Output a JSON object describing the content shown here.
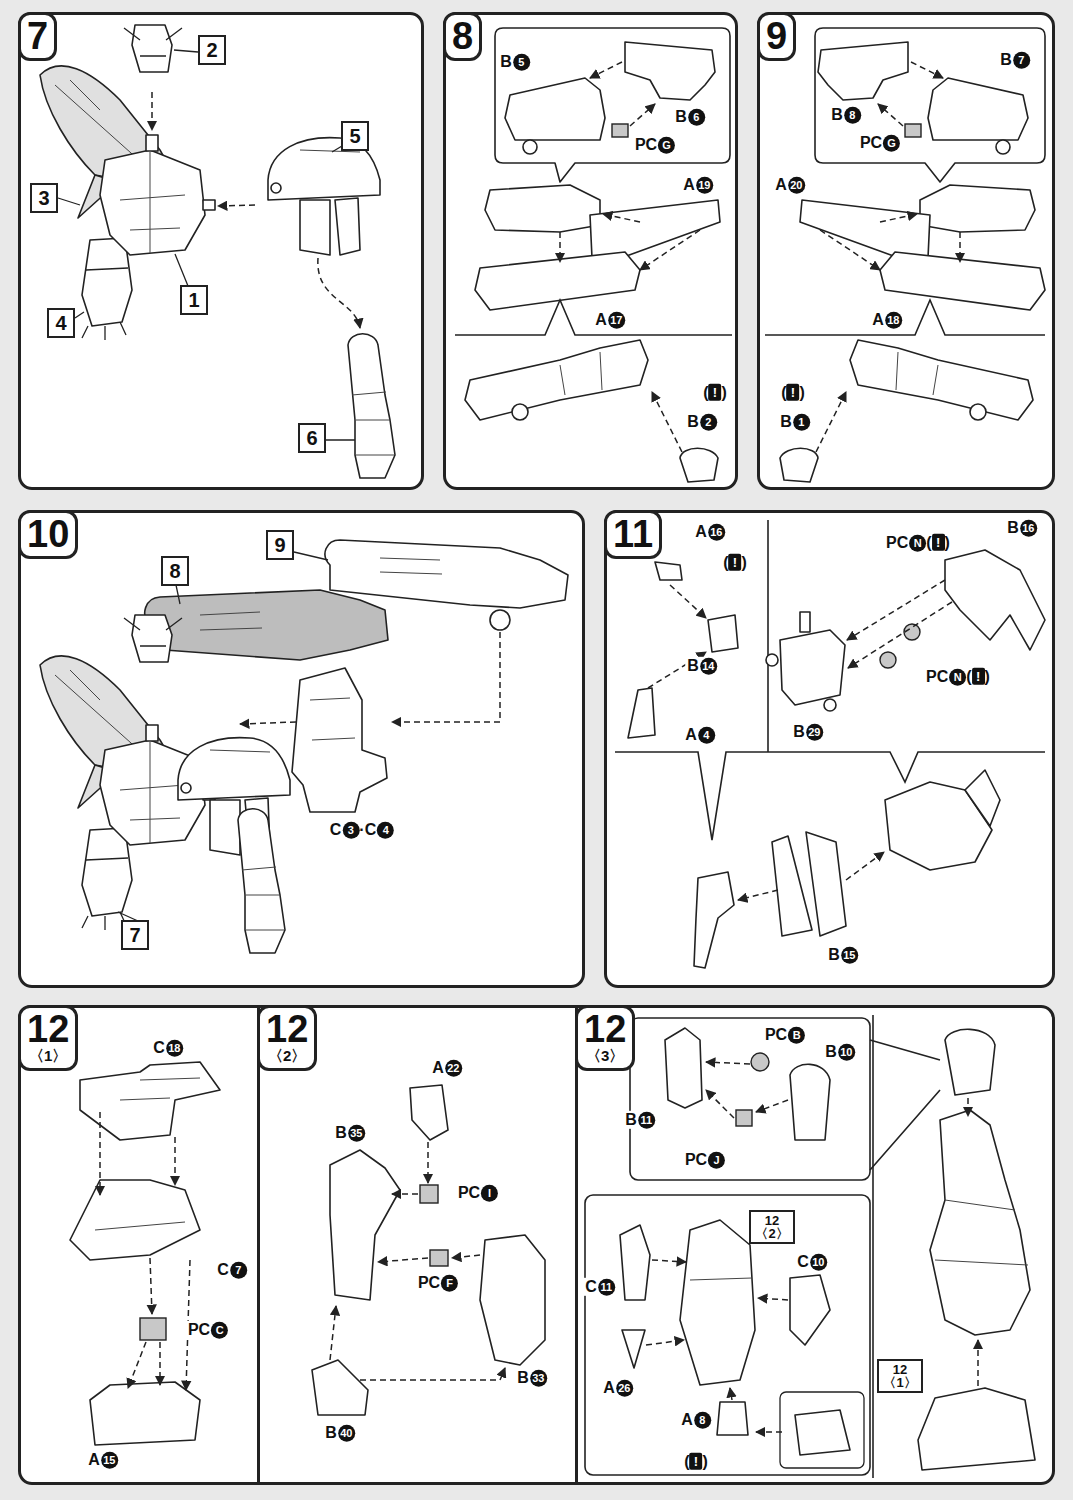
{
  "diagram": {
    "nodes": [
      {
        "text": [
          "7"
        ]
      },
      {
        "text": [
          "2"
        ],
        "in": 0
      },
      {
        "text": [
          "5"
        ],
        "in": 0
      },
      {
        "text": [
          "3"
        ],
        "in": 0
      },
      {
        "text": [
          "1"
        ],
        "in": 0
      },
      {
        "text": [
          "4"
        ],
        "in": 0
      },
      {
        "text": [
          "6"
        ],
        "in": 0
      },
      {
        "text": [
          "8"
        ]
      },
      {
        "text": [
          "9"
        ]
      },
      {
        "text": [
          "10"
        ]
      },
      {
        "text": [
          "9"
        ],
        "in": 9
      },
      {
        "text": [
          "8"
        ],
        "in": 9
      },
      {
        "text": [
          "7"
        ],
        "in": 9
      },
      {
        "text": [
          "11"
        ]
      },
      {
        "text": [
          "12",
          "〈1〉"
        ]
      },
      {
        "text": [
          "12",
          "〈2〉"
        ]
      },
      {
        "text": [
          "12",
          "〈3〉"
        ]
      },
      {
        "text": [
          "12",
          "〈2〉"
        ],
        "in": 16
      },
      {
        "text": [
          "12",
          "〈1〉"
        ],
        "in": 16
      }
    ],
    "labels": [
      "B5",
      "B6",
      "PCG",
      "A19",
      "A17",
      "(!)",
      "B2",
      "B7",
      "B8",
      "PCG",
      "A20",
      "A18",
      "(!)",
      "B1",
      "C3·C4",
      "A16",
      "(!)",
      "PCN(!)",
      "B16",
      "B14",
      "A4",
      "PCN(!)",
      "B29",
      "B15",
      "C18",
      "C7",
      "PCC",
      "A15",
      "A22",
      "B35",
      "PCI",
      "PCF",
      "B33",
      "B40",
      "PCB",
      "B10",
      "B11",
      "PCJ",
      "C11",
      "C10",
      "A26",
      "A8",
      "(!)"
    ]
  }
}
